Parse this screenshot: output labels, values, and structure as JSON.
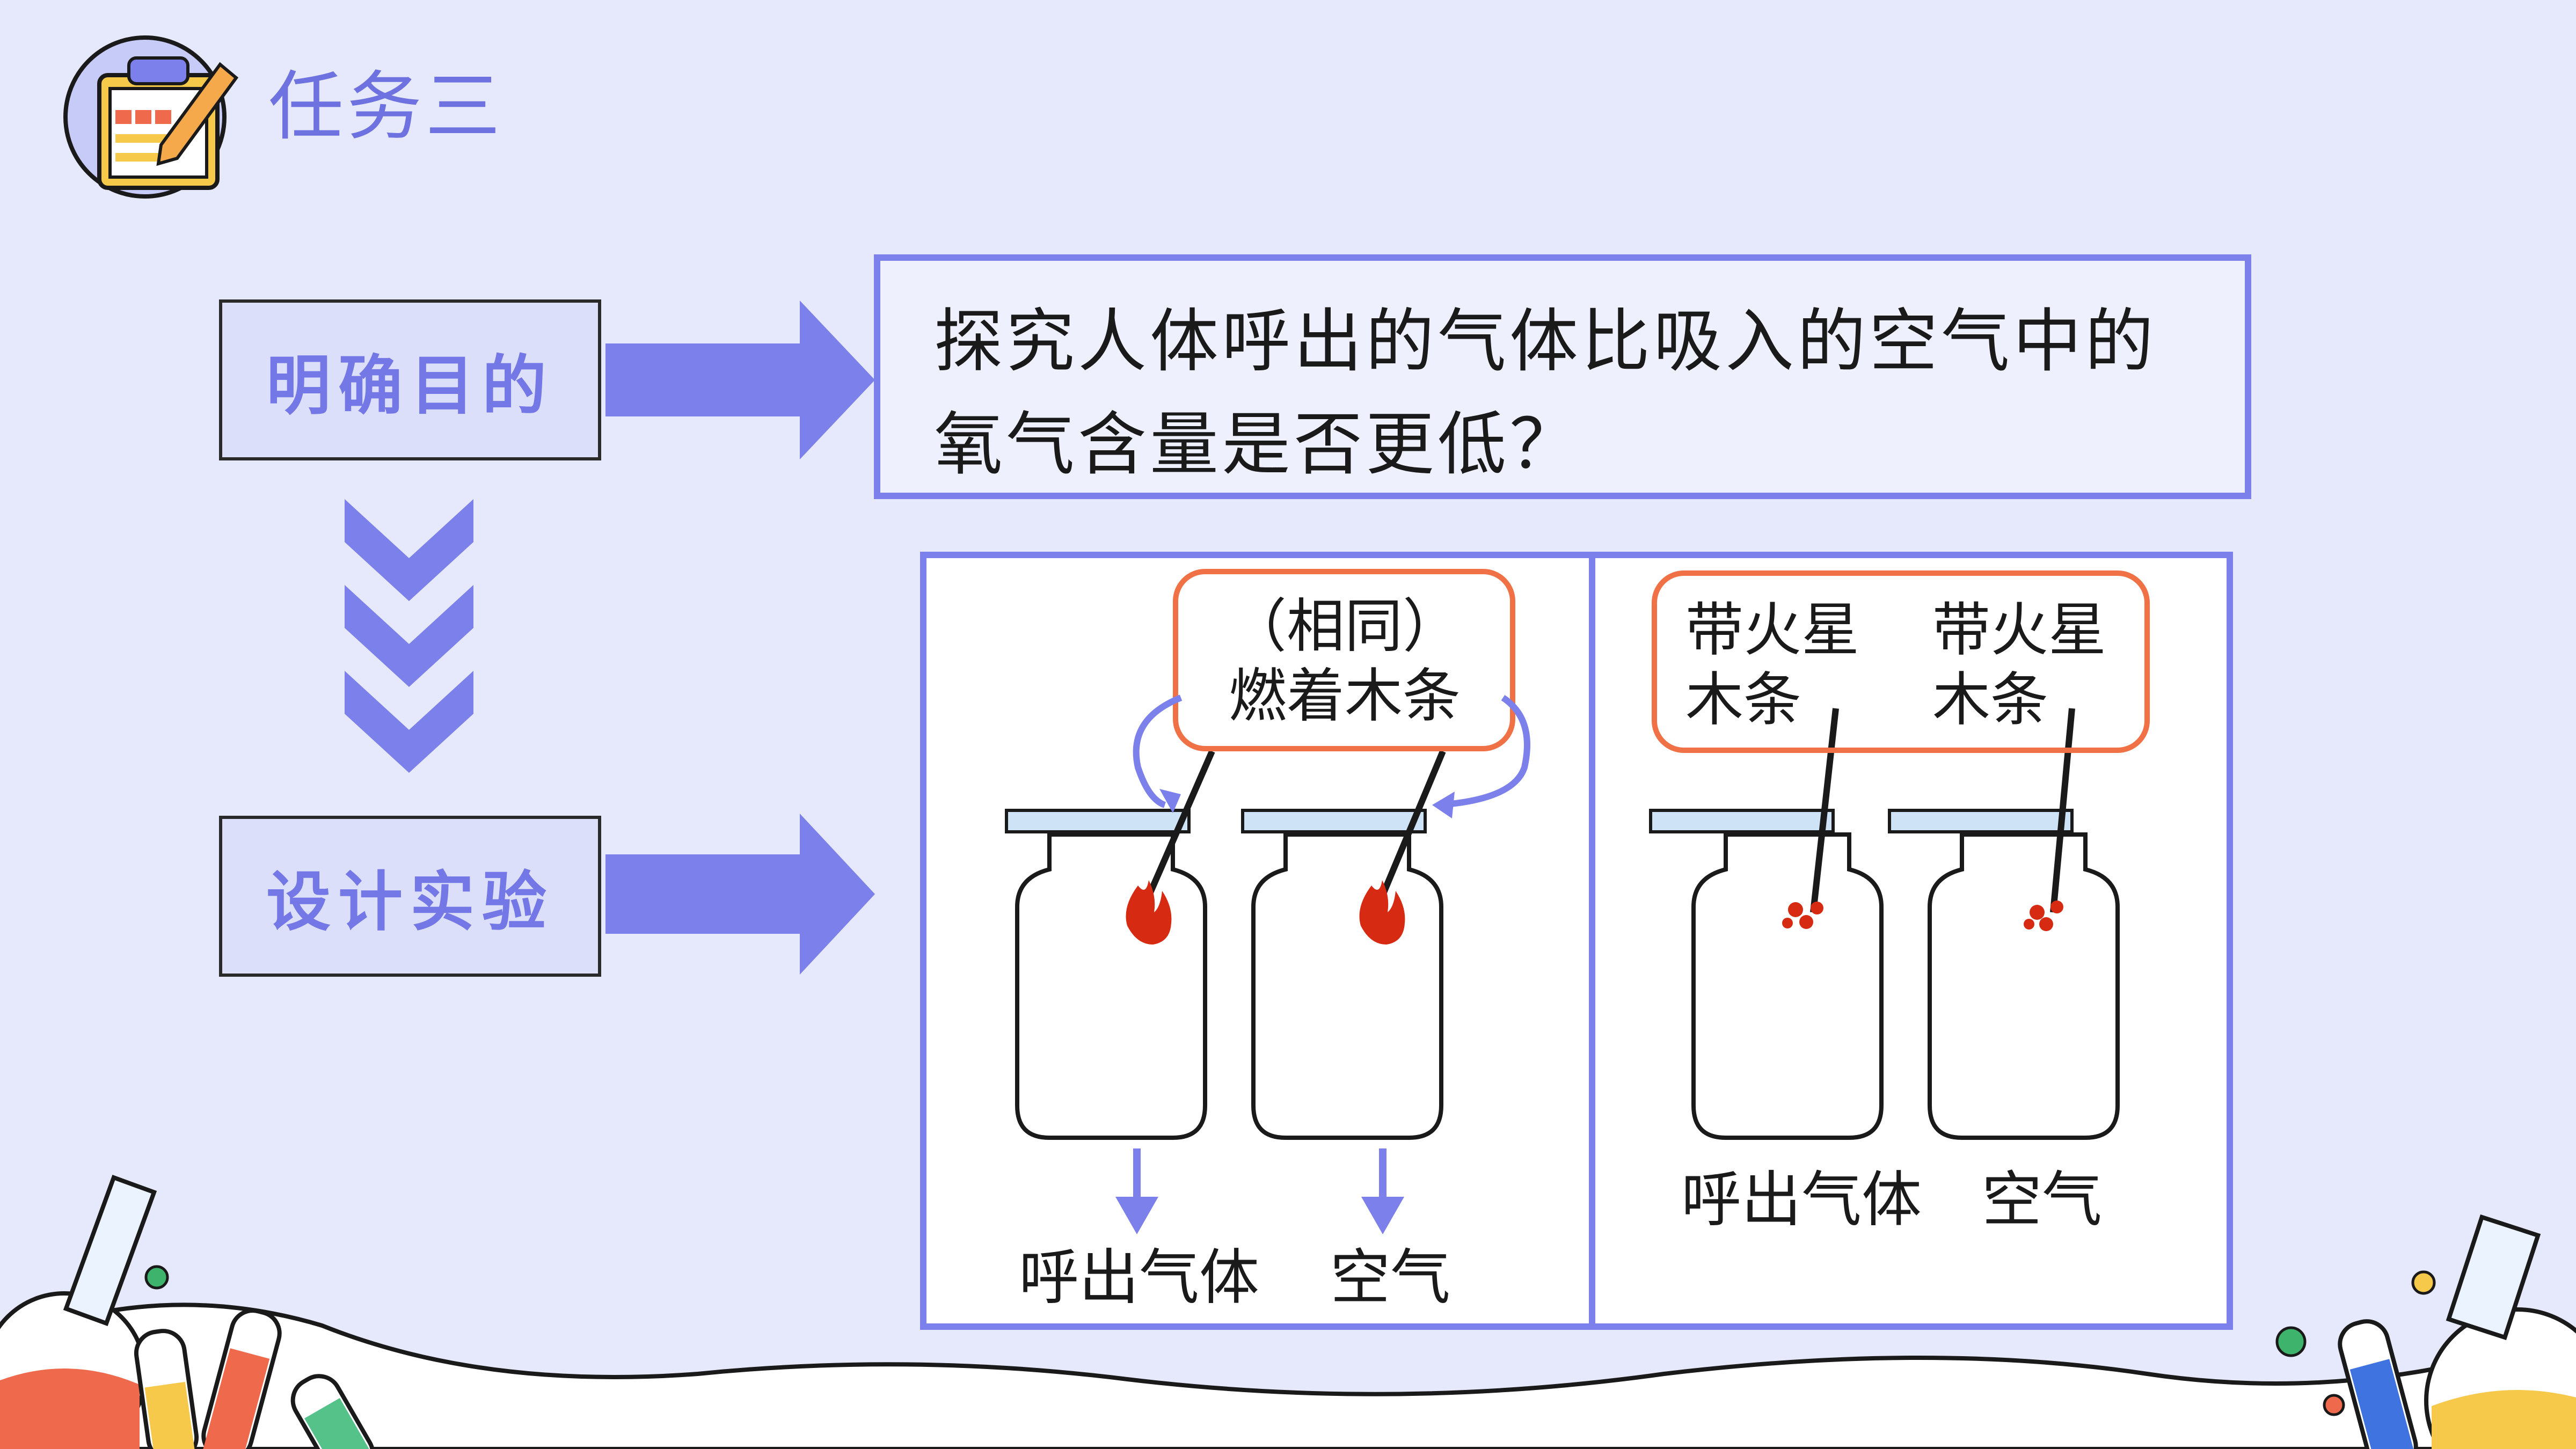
{
  "header": {
    "title": "任务三",
    "icon": "clipboard-pencil-icon"
  },
  "steps": {
    "define_purpose": "明确目的",
    "design_experiment": "设计实验"
  },
  "purpose": {
    "line1": "探究人体呼出的气体比吸入的空气中的",
    "line2": "氧气含量是否更低？"
  },
  "experiment_burning": {
    "callout_line1": "（相同）",
    "callout_line2": "燃着木条",
    "label_left": "呼出气体",
    "label_right": "空气"
  },
  "experiment_glowing": {
    "callout_left_line1": "带火星",
    "callout_left_line2": "木条",
    "callout_right_line1": "带火星",
    "callout_right_line2": "木条",
    "label_left": "呼出气体",
    "label_right": "空气"
  },
  "colors": {
    "accent": "#7b80ea",
    "callout_border": "#ef7145",
    "flame": "#d62b12",
    "background": "#e6e8fb"
  }
}
